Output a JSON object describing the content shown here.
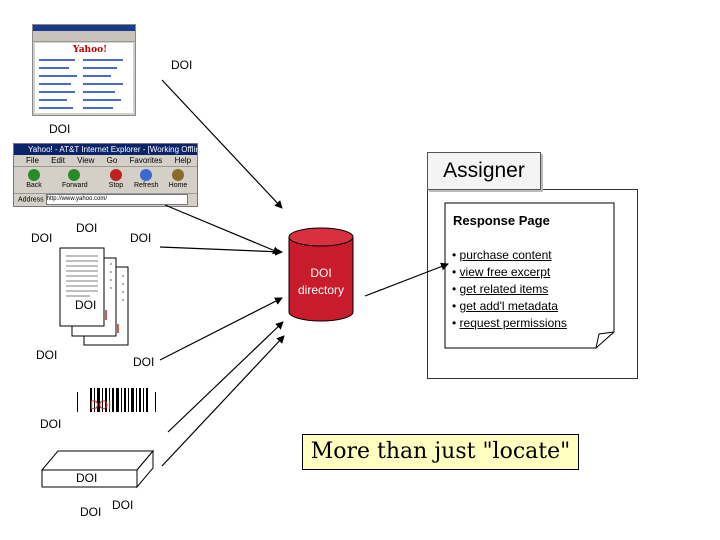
{
  "labels": {
    "doi_browser_top": "DOI",
    "doi_above_ie": "DOI",
    "doi_left": "DOI",
    "doi_docs_top": "DOI",
    "doi_docs_right": "DOI",
    "doi_docs_inner": "DOI",
    "doi_docs_below": "DOI",
    "doi_docs_below_right": "DOI",
    "doi_barcode": "DOI",
    "doi_barcode_left": "DOI",
    "doi_box_center": "DOI",
    "doi_box_bottom_left": "DOI",
    "doi_box_bottom_right": "DOI"
  },
  "ie_window": {
    "title": "Yahoo! - AT&T Internet Explorer - [Working Offline]",
    "menu": [
      "File",
      "Edit",
      "View",
      "Go",
      "Favorites",
      "Help"
    ],
    "toolbar": [
      "Back",
      "Forward",
      "Stop",
      "Refresh",
      "Home"
    ],
    "address_label": "Address",
    "address_value": "http://www.yahoo.com/"
  },
  "yahoo_logo": "Yahoo!",
  "assigner": "Assigner",
  "directory": {
    "line1": "DOI",
    "line2": "directory"
  },
  "response_page": {
    "title": "Response Page",
    "items": [
      "purchase content",
      "view free excerpt",
      "get related items",
      "get add'l metadata",
      "request permissions"
    ]
  },
  "callout": "More than just \"locate\"",
  "colors": {
    "cylinder": "#c81c2c",
    "callout_bg": "#ffffc0",
    "link": "#000000"
  }
}
